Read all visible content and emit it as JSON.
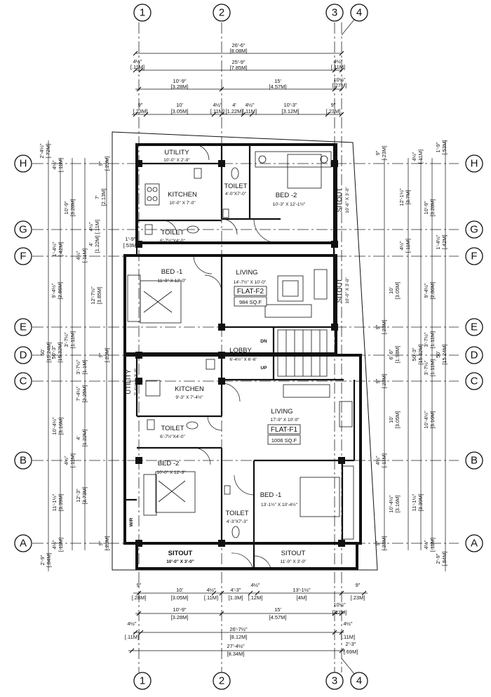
{
  "grid": {
    "cols": [
      "1",
      "2",
      "3",
      "4"
    ],
    "rows": [
      "H",
      "G",
      "F",
      "E",
      "D",
      "C",
      "B",
      "A"
    ]
  },
  "dims": {
    "top": [
      {
        "a": "26'-6\"",
        "b": "[8.08M]"
      },
      {
        "a": "4½\"",
        "b": "[.11M]"
      },
      {
        "a": "25'-9\"",
        "b": "[7.85M]"
      },
      {
        "a": "4½\"",
        "b": "[.11M]"
      },
      {
        "a": "10'-9\"",
        "b": "[3.28M]"
      },
      {
        "a": "15'",
        "b": "[4.57M]"
      },
      {
        "a": "10½\"",
        "b": "[.27M]"
      },
      {
        "a": "9\"",
        "b": "[.23M]"
      },
      {
        "a": "10'",
        "b": "[3.05M]"
      },
      {
        "a": "4½\"",
        "b": "[.11M]"
      },
      {
        "a": "4'",
        "b": "[1.22M]"
      },
      {
        "a": "4½\"",
        "b": "[.11M]"
      },
      {
        "a": "10'-3\"",
        "b": "[3.12M]"
      },
      {
        "a": "9\"",
        "b": "[.23M]"
      }
    ],
    "bottom": [
      {
        "a": "9\"",
        "b": "[.28M]"
      },
      {
        "a": "10'",
        "b": "[3.05M]"
      },
      {
        "a": "4½\"",
        "b": "[.11M]"
      },
      {
        "a": "4'-3\"",
        "b": "[1.3M]"
      },
      {
        "a": "4½\"",
        "b": "[.12M]"
      },
      {
        "a": "13'-1½\"",
        "b": "[4M]"
      },
      {
        "a": "9\"",
        "b": "[.23M]"
      },
      {
        "a": "10'-9\"",
        "b": "[3.28M]"
      },
      {
        "a": "15'",
        "b": "[4.57M]"
      },
      {
        "a": "10½\"",
        "b": "[.27M]"
      },
      {
        "a": "4½\"",
        "b": "[.11M]"
      },
      {
        "a": "26'-7½\"",
        "b": "[8.12M]"
      },
      {
        "a": "4½\"",
        "b": "[.11M]"
      },
      {
        "a": "27'-4½\"",
        "b": "[8.34M]"
      },
      {
        "a": "2'-3\"",
        "b": "[.69M]"
      }
    ],
    "left": [
      {
        "a": "2'-4½\"",
        "b": "[.72M]"
      },
      {
        "a": "4½\"",
        "b": "[.11M]"
      },
      {
        "a": "9\"",
        "b": "[.23M]"
      },
      {
        "a": "10'-9\"",
        "b": "[3.28M]"
      },
      {
        "a": "7'",
        "b": "[2.13M]"
      },
      {
        "a": "4½\"",
        "b": "[.11M]"
      },
      {
        "a": "4'",
        "b": "[1.22M]"
      },
      {
        "a": "1'-9\"",
        "b": "[.53M]"
      },
      {
        "a": "1'-4½\"",
        "b": "[.42M]"
      },
      {
        "a": "4½\"",
        "b": "[.11M]"
      },
      {
        "a": "9'-4½\"",
        "b": "[2.86M]"
      },
      {
        "a": "12'-7½\"",
        "b": "[3.85M]"
      },
      {
        "a": "3'-7½\"",
        "b": "[1.11M]"
      },
      {
        "a": "50'-3\"",
        "b": "[15.32M]"
      },
      {
        "a": "50'",
        "b": "[15.24M]"
      },
      {
        "a": "9\"",
        "b": "[.23M]"
      },
      {
        "a": "3'-7½\"",
        "b": "[1.1M]"
      },
      {
        "a": "7'-4½\"",
        "b": "[2.25M]"
      },
      {
        "a": "10'-4½\"",
        "b": "[3.16M]"
      },
      {
        "a": "4'",
        "b": "[1.22M]"
      },
      {
        "a": "4½\"",
        "b": "[.11M]"
      },
      {
        "a": "12'-3\"",
        "b": "[3.73M]"
      },
      {
        "a": "11'-1½\"",
        "b": "[3.39M]"
      },
      {
        "a": "4½\"",
        "b": "[.11M]"
      },
      {
        "a": "9\"",
        "b": "[.23M]"
      },
      {
        "a": "2'-9\"",
        "b": "[.84M]"
      }
    ],
    "right": [
      {
        "a": "9\"",
        "b": "[.23M]"
      },
      {
        "a": "4½\"",
        "b": "[.11M]"
      },
      {
        "a": "1'-9\"",
        "b": "[.53M]"
      },
      {
        "a": "12'-1½\"",
        "b": "[3.7M]"
      },
      {
        "a": "10'-9\"",
        "b": "[3.28M]"
      },
      {
        "a": "1'-4½\"",
        "b": "[.42M]"
      },
      {
        "a": "4½\"",
        "b": "[.11M]"
      },
      {
        "a": "10'",
        "b": "[3.05M]"
      },
      {
        "a": "9'-4½\"",
        "b": "[2.86M]"
      },
      {
        "a": "3'-7½\"",
        "b": "[1.11M]"
      },
      {
        "a": "9\"",
        "b": "[.23M]"
      },
      {
        "a": "6'-6\"",
        "b": "[1.98M]"
      },
      {
        "a": "50'-3\"",
        "b": "[15.32M]"
      },
      {
        "a": "50'",
        "b": "[15.24M]"
      },
      {
        "a": "3'-7½\"",
        "b": "[1.11M]"
      },
      {
        "a": "9\"",
        "b": "[.23M]"
      },
      {
        "a": "10'",
        "b": "[3.05M]"
      },
      {
        "a": "10'-4½\"",
        "b": "[3.16M]"
      },
      {
        "a": "4½\"",
        "b": "[.11M]"
      },
      {
        "a": "10'-4½\"",
        "b": "[3.16M]"
      },
      {
        "a": "11'-1½\"",
        "b": "[3.39M]"
      },
      {
        "a": "4½\"",
        "b": "[.11M]"
      },
      {
        "a": "9\"",
        "b": "[.23M]"
      },
      {
        "a": "2'-9\"",
        "b": "[.84M]"
      }
    ]
  },
  "rooms": {
    "utility_top": {
      "name": "UTILITY",
      "size": "10'-0\" X 2'-9\""
    },
    "kitchen_top": {
      "name": "KITCHEN",
      "size": "10'-0\" X 7'-0\""
    },
    "toilet_top_a": {
      "name": "TOILET",
      "size": "4'-0\"X7'-0\""
    },
    "toilet_top_b": {
      "name": "TOILET",
      "size": "6'-7½\"X4'-0\""
    },
    "bed2_top": {
      "name": "BED -2",
      "size": "10'-3\" X 12'-1½\""
    },
    "sitout_top_a": {
      "name": "SITOUT",
      "size": "10'-6\" X 3'-0\""
    },
    "bed1_top": {
      "name": "BED -1",
      "size": "11'-9\" X 12'-0\""
    },
    "living_top": {
      "name": "LIVING",
      "size": "14'-7½\" X 10'-0\""
    },
    "sitout_top_b": {
      "name": "SITOUT",
      "size": "10'-0\" X 3'-0\""
    },
    "lobby": {
      "name": "LOBBY",
      "size": "6'-4½\" X 6'-6\""
    },
    "stair_dn": "DN",
    "stair_up": "UP",
    "utility_bot": {
      "name": "UTILITY",
      "size": "7'-4½\" X 3'-0\""
    },
    "kitchen_bot": {
      "name": "KITCHEN",
      "size": "9'-3\" X 7'-4½\""
    },
    "living_bot": {
      "name": "LIVING",
      "size": "17'-9\" X 10'-0\""
    },
    "toilet_bot_a": {
      "name": "TOILET",
      "size": "6'-7½\"X4'-0\""
    },
    "bed2_bot": {
      "name": "BED -2",
      "size": "10'-0\" X 12'-3\""
    },
    "bed1_bot": {
      "name": "BED -1",
      "size": "13'-1½\" X 10'-4½\""
    },
    "toilet_bot_b": {
      "name": "TOILET",
      "size": "4'-3\"X7'-3\""
    },
    "wr": "W/R",
    "sitout_bot_a": {
      "name": "SITOUT",
      "size": "10'-0\" X 3'-0\""
    },
    "sitout_bot_b": {
      "name": "SITOUT",
      "size": "11'-0\" X 3'-0\""
    }
  },
  "flats": {
    "f2": {
      "name": "FLAT-F2",
      "area": "984 SQ.F"
    },
    "f1": {
      "name": "FLAT-F1",
      "area": "1006 SQ.F"
    }
  }
}
